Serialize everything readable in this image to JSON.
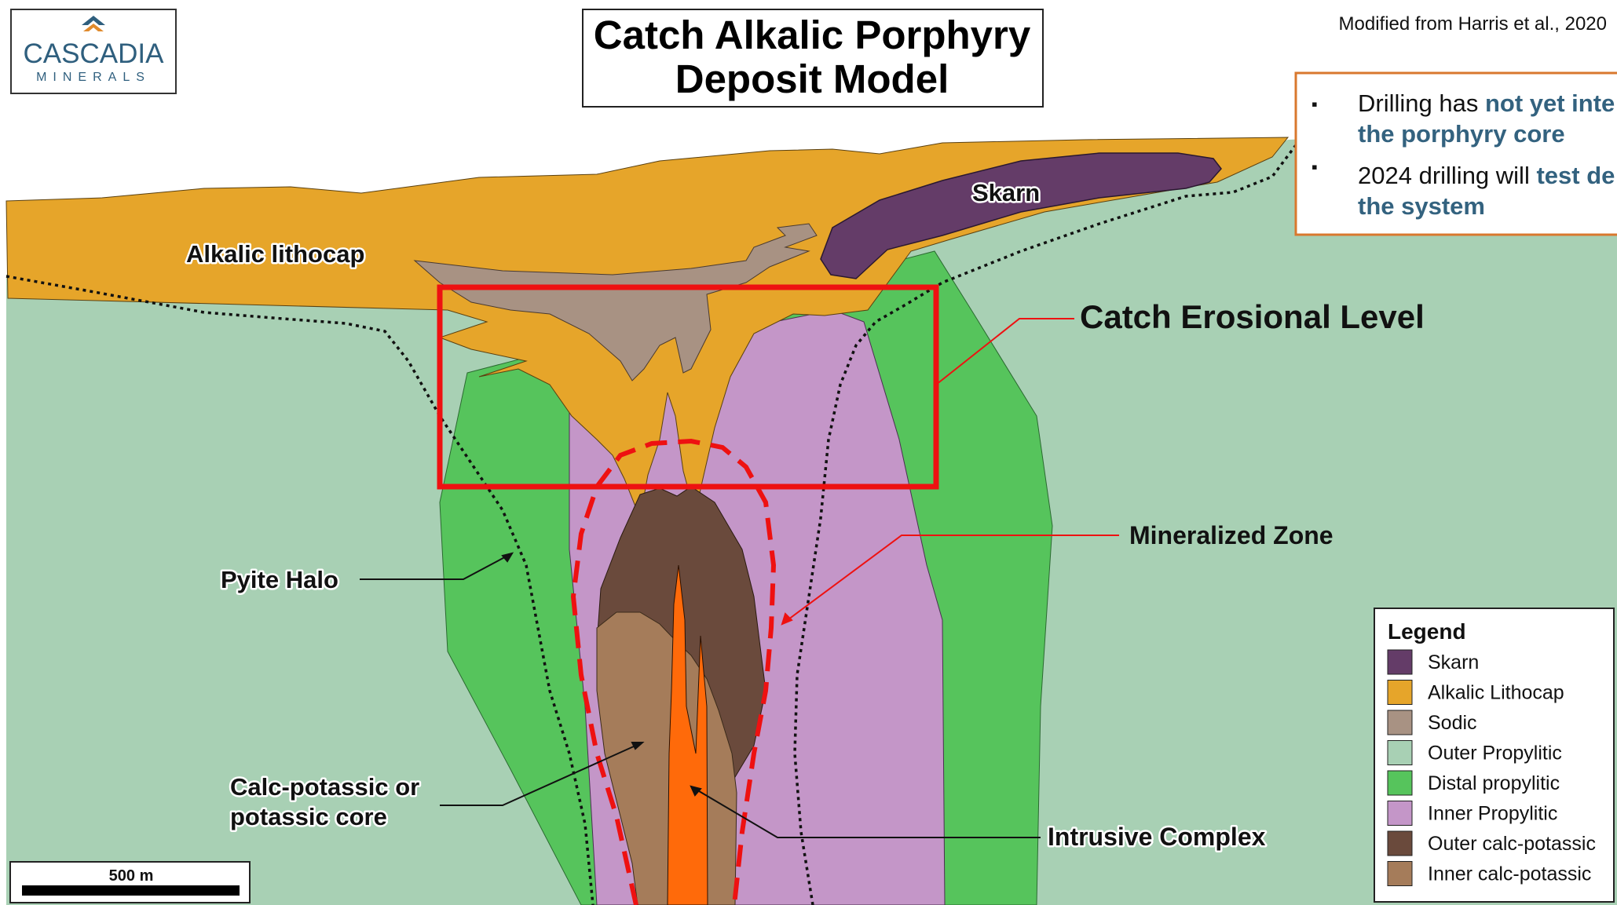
{
  "title": {
    "line1": "Catch Alkalic Porphyry",
    "line2": "Deposit Model"
  },
  "source_note": "Modified from Harris et al., 2020",
  "logo": {
    "name": "CASCADIA",
    "sub": "MINERALS",
    "brand_color": "#2f5f7e",
    "accent_color": "#e08a2c"
  },
  "bullets": [
    {
      "plain": "Drilling has ",
      "em": "not yet inte",
      "em2": "the porphyry core"
    },
    {
      "plain": "2024 drilling will ",
      "em": "test de",
      "em2": "the system"
    }
  ],
  "callouts": {
    "skarn": "Skarn",
    "lithocap": "Alkalic lithocap",
    "erosional_level": "Catch Erosional Level",
    "mineralized_zone": "Mineralized Zone",
    "pyrite_halo": "Pyite Halo",
    "core_line1": "Calc-potassic or",
    "core_line2": "potassic core",
    "intrusive": "Intrusive Complex"
  },
  "scale_bar": {
    "label": "500 m"
  },
  "legend": {
    "title": "Legend",
    "items": [
      {
        "label": "Skarn",
        "color": "#643c68"
      },
      {
        "label": "Alkalic Lithocap",
        "color": "#e6a52a"
      },
      {
        "label": "Sodic",
        "color": "#a89283"
      },
      {
        "label": "Outer Propylitic",
        "color": "#a8d0b4"
      },
      {
        "label": "Distal propylitic",
        "color": "#56c45c"
      },
      {
        "label": "Inner Propylitic",
        "color": "#c496c8"
      },
      {
        "label": "Outer calc-potassic",
        "color": "#6a4a3c"
      },
      {
        "label": "Inner calc-potassic",
        "color": "#a57c5a"
      }
    ]
  },
  "colors": {
    "intrusive": "#ff6a0a",
    "erosional_box": "#ee1111",
    "mineralized_outline": "#ee1111",
    "bullet_box_border": "#d9782e"
  }
}
